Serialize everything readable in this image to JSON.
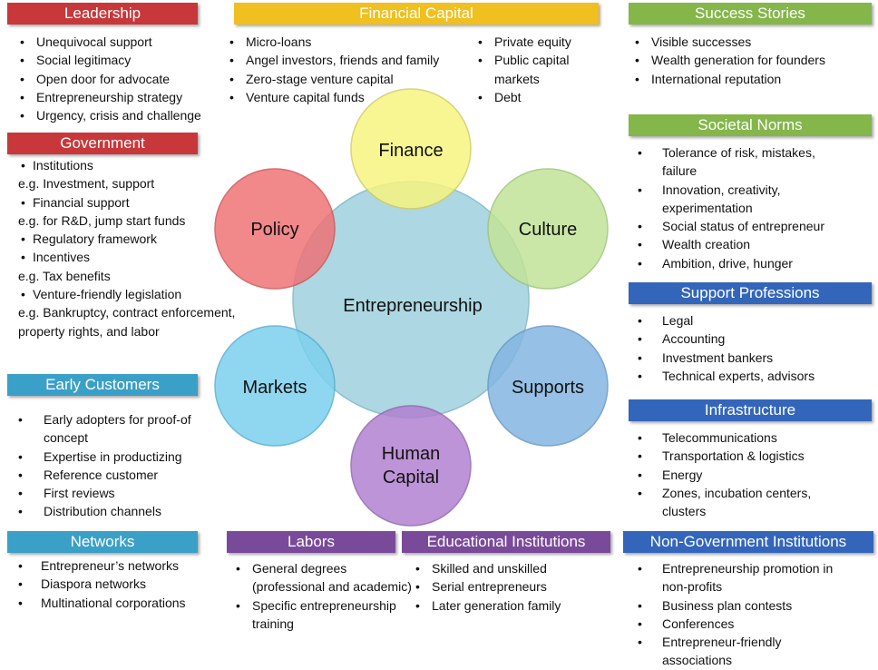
{
  "colors": {
    "leadership": "#c8373a",
    "financial_capital": "#f0c020",
    "success_stories": "#84b64a",
    "societal_norms": "#84b64a",
    "government": "#c8373a",
    "support_professions": "#3366bb",
    "infrastructure": "#3366bb",
    "early_customers": "#3aa0c8",
    "networks": "#3aa0c8",
    "labors": "#7a4a9a",
    "educational_institutions": "#7a4a9a",
    "non_government_institutions": "#3366bb"
  },
  "diagram": {
    "center": "Entrepreneurship",
    "finance": "Finance",
    "culture": "Culture",
    "supports": "Supports",
    "human_capital_line1": "Human",
    "human_capital_line2": "Capital",
    "markets": "Markets",
    "policy": "Policy"
  },
  "leadership": {
    "title": "Leadership",
    "items": [
      "Unequivocal support",
      "Social legitimacy",
      "Open door for advocate",
      "Entrepreneurship strategy",
      "Urgency, crisis and challenge"
    ]
  },
  "financial_capital": {
    "title": "Financial Capital",
    "col1": [
      "Micro-loans",
      "Angel investors, friends and family",
      "Zero-stage venture capital",
      "Venture capital funds"
    ],
    "col2": [
      "Private equity",
      "Public capital markets",
      "Debt"
    ]
  },
  "success_stories": {
    "title": "Success Stories",
    "items": [
      "Visible successes",
      "Wealth generation for founders",
      "International reputation"
    ]
  },
  "societal_norms": {
    "title": "Societal Norms",
    "items": [
      "Tolerance of risk, mistakes, failure",
      "Innovation, creativity, experimentation",
      "Social status of entrepreneur",
      "Wealth creation",
      "Ambition, drive, hunger"
    ]
  },
  "government": {
    "title": "Government",
    "lines": [
      "Institutions",
      "e.g. Investment, support",
      "Financial support",
      "e.g. for R&D, jump start funds",
      "Regulatory framework",
      "Incentives",
      "e.g. Tax benefits",
      "Venture-friendly legislation",
      "e.g. Bankruptcy, contract enforcement, property rights, and labor"
    ]
  },
  "support_professions": {
    "title": "Support Professions",
    "items": [
      "Legal",
      "Accounting",
      "Investment bankers",
      "Technical experts, advisors"
    ]
  },
  "infrastructure": {
    "title": "Infrastructure",
    "items": [
      "Telecommunications",
      "Transportation & logistics",
      "Energy",
      "Zones, incubation centers, clusters"
    ]
  },
  "early_customers": {
    "title": "Early Customers",
    "items": [
      "Early adopters for proof-of concept",
      "Expertise in productizing",
      "Reference customer",
      "First reviews",
      "Distribution channels"
    ]
  },
  "networks": {
    "title": "Networks",
    "items": [
      "Entrepreneur’s networks",
      "Diaspora networks",
      "Multinational corporations"
    ]
  },
  "labors": {
    "title": "Labors",
    "items": [
      "General degrees (professional and academic)",
      "Specific entrepreneurship training"
    ]
  },
  "educational_institutions": {
    "title": "Educational Institutions",
    "items": [
      "Skilled and unskilled",
      "Serial entrepreneurs",
      "Later generation family"
    ]
  },
  "non_government_institutions": {
    "title": "Non-Government Institutions",
    "items": [
      "Entrepreneurship promotion in non-profits",
      "Business plan contests",
      "Conferences",
      "Entrepreneur-friendly associations"
    ]
  }
}
